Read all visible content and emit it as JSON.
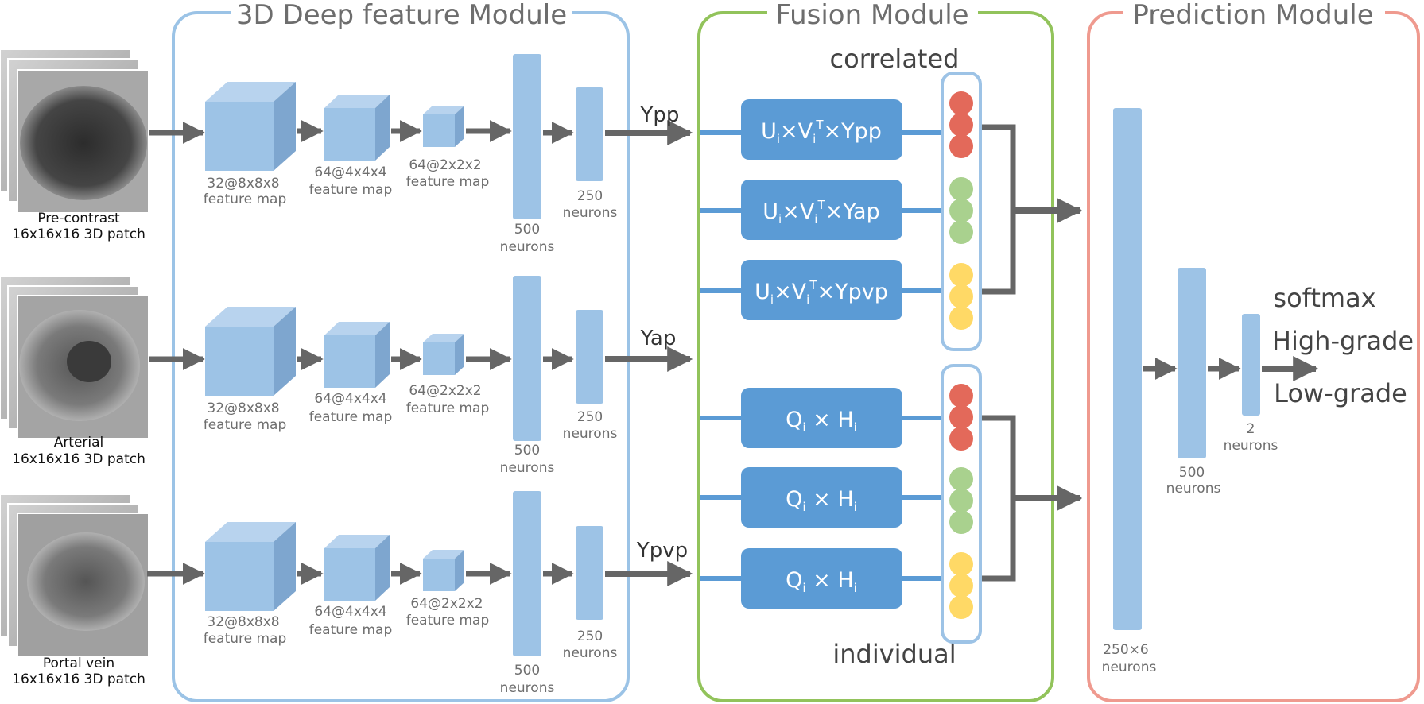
{
  "modules": {
    "deep": "3D Deep feature Module",
    "fusion": "Fusion Module",
    "prediction": "Prediction Module"
  },
  "colors": {
    "deep_border": "#9bc3e6",
    "fusion_border": "#92c35b",
    "prediction_border": "#ef9a8f",
    "block": "#9dc3e6",
    "fusion_box": "#5b9bd5",
    "arrow": "#666666",
    "dot_red": "#e3695a",
    "dot_green": "#a9d18e",
    "dot_yellow": "#ffd966"
  },
  "branches": [
    {
      "patch_name": "Pre-contrast",
      "patch_size": "16x16x16 3D patch",
      "map1": [
        "32@8x8x8",
        "feature map"
      ],
      "map2": [
        "64@4x4x4",
        "feature map"
      ],
      "map3": [
        "64@2x2x2",
        "feature map"
      ],
      "fc1": [
        "500",
        "neurons"
      ],
      "fc2": [
        "250",
        "neurons"
      ],
      "output": "Ypp"
    },
    {
      "patch_name": "Arterial",
      "patch_size": "16x16x16 3D patch",
      "map1": [
        "32@8x8x8",
        "feature map"
      ],
      "map2": [
        "64@4x4x4",
        "feature map"
      ],
      "map3": [
        "64@2x2x2",
        "feature map"
      ],
      "fc1": [
        "500",
        "neurons"
      ],
      "fc2": [
        "250",
        "neurons"
      ],
      "output": "Yap"
    },
    {
      "patch_name": "Portal vein",
      "patch_size": "16x16x16 3D patch",
      "map1": [
        "32@8x8x8",
        "feature map"
      ],
      "map2": [
        "64@4x4x4",
        "feature map"
      ],
      "map3": [
        "64@2x2x2",
        "feature map"
      ],
      "fc1": [
        "500",
        "neurons"
      ],
      "fc2": [
        "250",
        "neurons"
      ],
      "output": "Ypvp"
    }
  ],
  "fusion": {
    "correlated_label": "correlated",
    "individual_label": "individual",
    "correlated": [
      {
        "a": "U",
        "sa": "i",
        "b": "×V",
        "sb": "i",
        "sup": "T",
        "c": "×",
        "y": "Ypp"
      },
      {
        "a": "U",
        "sa": "i",
        "b": "×V",
        "sb": "i",
        "sup": "T",
        "c": "×",
        "y": "Yap"
      },
      {
        "a": "U",
        "sa": "i",
        "b": "×V",
        "sb": "i",
        "sup": "T",
        "c": "×",
        "y": "Ypvp"
      }
    ],
    "individual": [
      {
        "a": "Q",
        "sa": "i",
        "b": " × H",
        "sb": "i"
      },
      {
        "a": "Q",
        "sa": "i",
        "b": " × H",
        "sb": "i"
      },
      {
        "a": "Q",
        "sa": "i",
        "b": " × H",
        "sb": "i"
      }
    ]
  },
  "prediction": {
    "fc1": [
      "250×6",
      "neurons"
    ],
    "fc2": [
      "500",
      "neurons"
    ],
    "fc3": [
      "2",
      "neurons"
    ],
    "softmax": "softmax",
    "high": "High-grade",
    "low": "Low-grade"
  }
}
